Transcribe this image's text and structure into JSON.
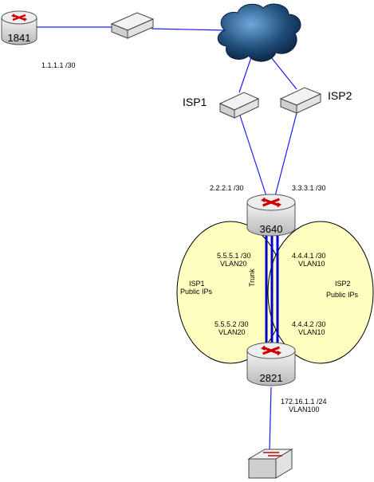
{
  "routers": {
    "r1841": {
      "name": "1841"
    },
    "r3640": {
      "name": "3640"
    },
    "r2821": {
      "name": "2821"
    }
  },
  "labels": {
    "ip_1841": "1.1.1.1 /30",
    "isp1": "ISP1",
    "isp2": "ISP2",
    "ip_isp1_link": "2.2.2.1 /30",
    "ip_isp2_link": "3.3.3.1 /30",
    "left_top_ip": "5.5.5.1 /30",
    "left_top_vlan": "VLAN20",
    "left_bottom_ip": "5.5.5.2 /30",
    "left_bottom_vlan": "VLAN20",
    "right_top_ip": "4.4.4.1 /30",
    "right_top_vlan": "VLAN10",
    "right_bottom_ip": "4.4.4.2 /30",
    "right_bottom_vlan": "VLAN10",
    "isp1_public_line1": "ISP1",
    "isp1_public_line2": "Public IPs",
    "isp2_public_line1": "ISP2",
    "isp2_public_line2": "Public IPs",
    "trunk": "Trunk",
    "lan_ip": "172.16.1.1 /24",
    "lan_vlan": "VLAN100"
  },
  "colors": {
    "ellipse_fill": "#ffffc0",
    "link": "#1a1aff",
    "trunk": "#0000cc",
    "router_body": "#dcdcdc",
    "arrow": "#cc0000",
    "cloud": "#1f4e79"
  },
  "icons": {
    "router": "router-icon",
    "modem": "modem-icon",
    "cloud": "internet-cloud-icon",
    "switch": "switch-icon"
  }
}
